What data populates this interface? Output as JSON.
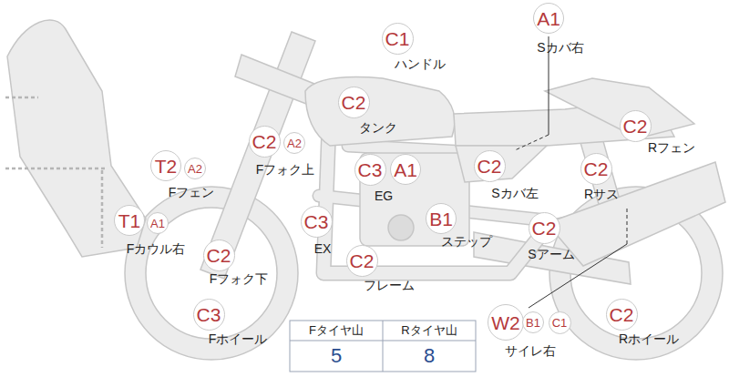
{
  "diagram": {
    "nodes": [
      {
        "text": [
          "A1"
        ]
      },
      {
        "text": [
          "C1"
        ]
      },
      {
        "text": [
          "C2"
        ]
      },
      {
        "text": [
          "C2"
        ]
      },
      {
        "text": [
          "C2"
        ]
      },
      {
        "text": [
          "A2"
        ]
      },
      {
        "text": [
          "T2"
        ]
      },
      {
        "text": [
          "A2"
        ]
      },
      {
        "text": [
          "C3"
        ]
      },
      {
        "text": [
          "A1"
        ]
      },
      {
        "text": [
          "C2"
        ]
      },
      {
        "text": [
          "C2"
        ]
      },
      {
        "text": [
          "T1"
        ]
      },
      {
        "text": [
          "A1"
        ]
      },
      {
        "text": [
          "C3"
        ]
      },
      {
        "text": [
          "B1"
        ]
      },
      {
        "text": [
          "C2"
        ]
      },
      {
        "text": [
          "C2"
        ]
      },
      {
        "text": [
          "C2"
        ]
      },
      {
        "text": [
          "C3"
        ]
      },
      {
        "text": [
          "W2"
        ]
      },
      {
        "text": [
          "B1"
        ]
      },
      {
        "text": [
          "C1"
        ]
      },
      {
        "text": [
          "C2"
        ]
      }
    ],
    "labels": [
      "Sカバ右",
      "ハンドル",
      "タンク",
      "Rフェン",
      "Fフォク上",
      "Fフェン",
      "EG",
      "Sカバ左",
      "Rサス",
      "Fカウル右",
      "EX",
      "ステップ",
      "Sアーム",
      "Fフォク下",
      "フレーム",
      "Fホイール",
      "サイレ右",
      "Rホイール",
      "Fタイヤ山",
      "Rタイヤ山",
      "5",
      "8"
    ]
  }
}
